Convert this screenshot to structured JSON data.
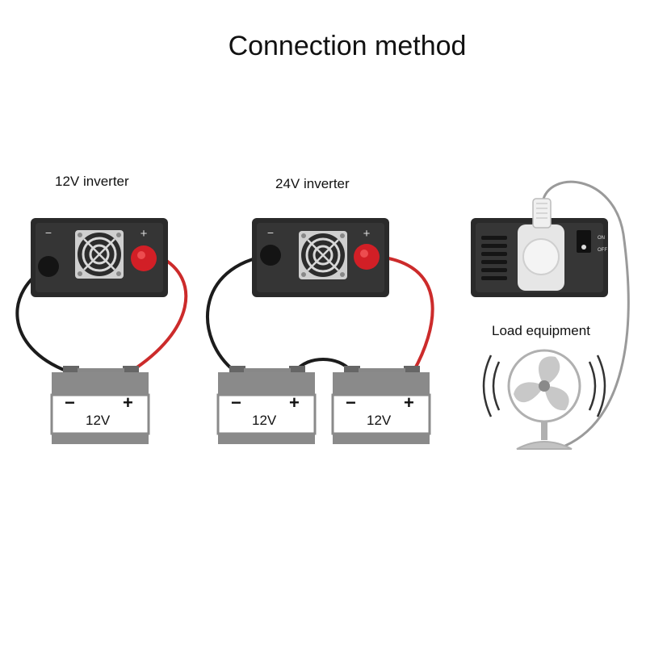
{
  "title": "Connection method",
  "configs": [
    {
      "label": "12V inverter",
      "battery_labels": [
        "12V"
      ]
    },
    {
      "label": "24V inverter",
      "battery_labels": [
        "12V",
        "12V"
      ]
    }
  ],
  "load": {
    "label": "Load equipment",
    "device": "fan-icon"
  },
  "terminal_signs": {
    "negative": "−",
    "positive": "+"
  },
  "switch_marks": {
    "on": "ON",
    "off": "OFF"
  },
  "colors": {
    "positive_cable": "#cc2b2b",
    "negative_cable": "#1c1c1c",
    "inverter_body": "#2a2a2a",
    "ac_cable": "#9a9a9a"
  }
}
